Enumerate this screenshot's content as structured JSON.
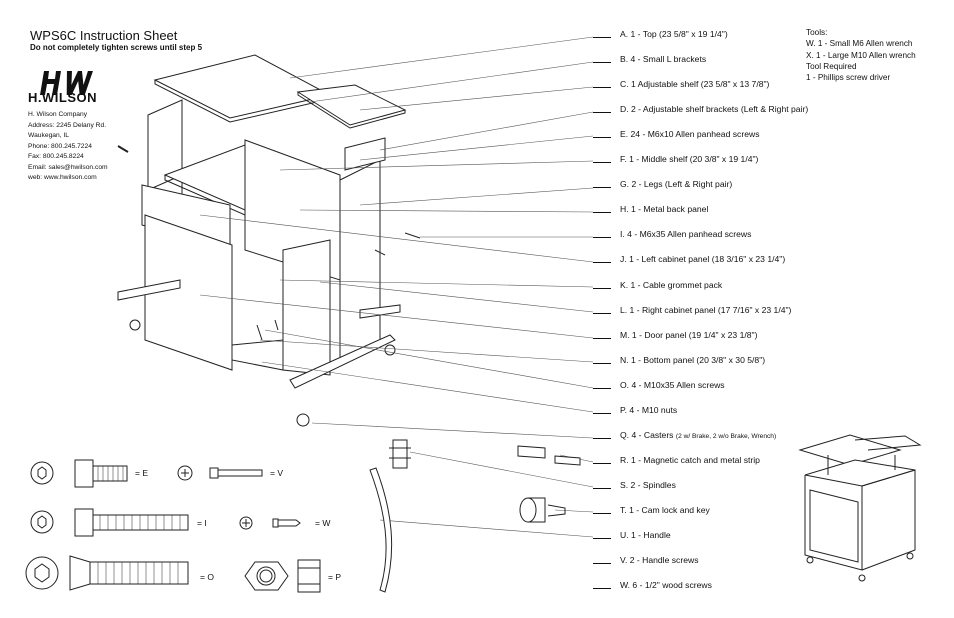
{
  "header": {
    "title": "WPS6C Instruction Sheet",
    "subtitle": "Do not completely tighten screws until step 5"
  },
  "company": {
    "logo_text": "H.WILSON",
    "lines": [
      "H. Wilson Company",
      "Address: 2245 Delany Rd.",
      "Waukegan, IL",
      "Phone: 800.245.7224",
      "Fax: 800.245.8224",
      "Email: sales@hwilson.com",
      "web: www.hwilson.com"
    ]
  },
  "tools": {
    "heading": "Tools:",
    "items": [
      "W. 1 - Small M6 Allen wrench",
      "X. 1 - Large M10 Allen wrench",
      "Tool Required",
      "1 - Phillips screw driver"
    ]
  },
  "parts": [
    {
      "text": "A. 1 - Top (23 5/8\" x 19 1/4\")",
      "note": ""
    },
    {
      "text": "B. 4 - Small L brackets",
      "note": ""
    },
    {
      "text": "C. 1 Adjustable shelf (23 5/8\" x 13 7/8\")",
      "note": ""
    },
    {
      "text": "D. 2 - Adjustable shelf brackets (Left & Right pair)",
      "note": ""
    },
    {
      "text": "E. 24 - M6x10 Allen panhead screws",
      "note": ""
    },
    {
      "text": "F. 1 - Middle shelf (20 3/8\" x 19 1/4\")",
      "note": ""
    },
    {
      "text": "G. 2 - Legs (Left & Right pair)",
      "note": ""
    },
    {
      "text": "H. 1 - Metal back panel",
      "note": ""
    },
    {
      "text": "I. 4 - M6x35 Allen panhead screws",
      "note": ""
    },
    {
      "text": "J. 1 - Left cabinet panel (18 3/16\" x 23 1/4\")",
      "note": ""
    },
    {
      "text": "K. 1 - Cable grommet pack",
      "note": ""
    },
    {
      "text": "L. 1 - Right cabinet panel (17 7/16\" x 23 1/4\")",
      "note": ""
    },
    {
      "text": "M. 1 - Door panel (19 1/4\" x 23 1/8\")",
      "note": ""
    },
    {
      "text": "N. 1 - Bottom panel (20 3/8\" x 30 5/8\")",
      "note": ""
    },
    {
      "text": "O. 4 - M10x35 Allen screws",
      "note": ""
    },
    {
      "text": "P. 4 - M10 nuts",
      "note": ""
    },
    {
      "text": "Q. 4 - Casters",
      "note": "(2 w/ Brake, 2 w/o Brake, Wrench)"
    },
    {
      "text": "R. 1 - Magnetic catch and metal strip",
      "note": ""
    },
    {
      "text": "S. 2 - Spindles",
      "note": ""
    },
    {
      "text": "T. 1 - Cam lock and key",
      "note": ""
    },
    {
      "text": "U. 1 - Handle",
      "note": ""
    },
    {
      "text": "V. 2 - Handle screws",
      "note": ""
    },
    {
      "text": "W. 6 - 1/2\" wood screws",
      "note": ""
    }
  ],
  "hardware_labels": {
    "e": "= E",
    "v": "= V",
    "i": "= I",
    "w": "= W",
    "o": "= O",
    "p": "= P"
  }
}
